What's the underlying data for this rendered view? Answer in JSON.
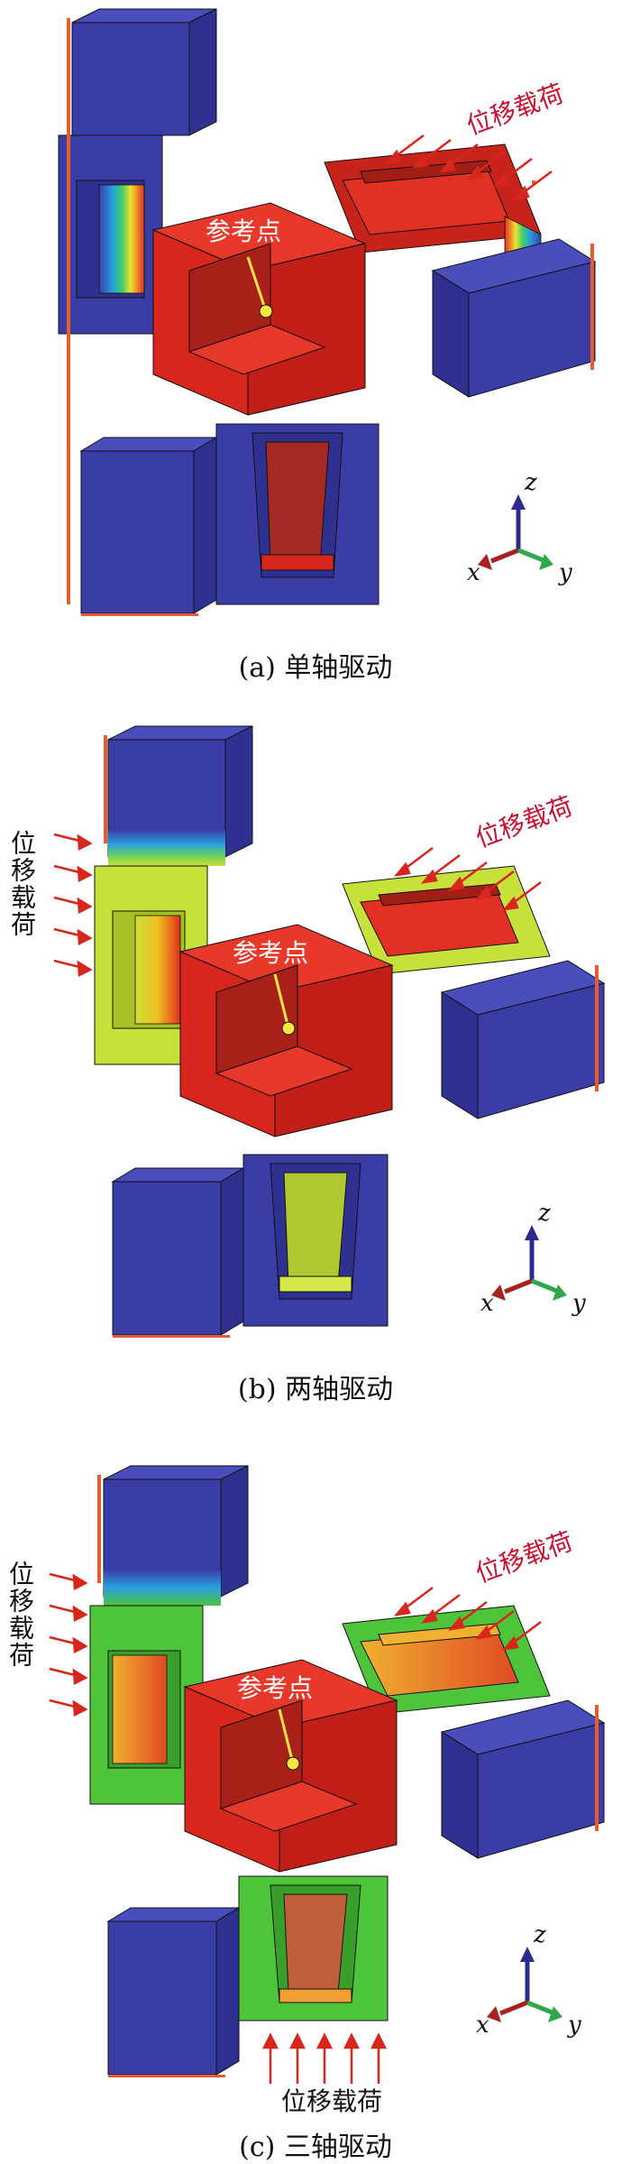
{
  "panels": [
    {
      "caption_label": "(a)",
      "caption_text": "单轴驱动",
      "reference_point_label": "参考点",
      "load_labels": [
        "位移载荷"
      ],
      "axes": {
        "x": "x",
        "y": "y",
        "z": "z"
      },
      "colors": {
        "outer_blocks": "#3b3ea8",
        "drive_frame": "#3b3ea8",
        "center_cube": "#d9261c",
        "slider": "#d9261c"
      }
    },
    {
      "caption_label": "(b)",
      "caption_text": "两轴驱动",
      "reference_point_label": "参考点",
      "load_labels": [
        "位移载荷",
        "位移载荷"
      ],
      "axes": {
        "x": "x",
        "y": "y",
        "z": "z"
      },
      "colors": {
        "outer_blocks": "#3b3ea8",
        "drive_frame": "#c8e03a",
        "center_cube": "#d9261c",
        "slider": "#d9261c"
      }
    },
    {
      "caption_label": "(c)",
      "caption_text": "三轴驱动",
      "reference_point_label": "参考点",
      "load_labels": [
        "位移载荷",
        "位移载荷",
        "位移载荷"
      ],
      "axes": {
        "x": "x",
        "y": "y",
        "z": "z"
      },
      "colors": {
        "outer_blocks": "#3b3ea8",
        "drive_frame": "#4dc43a",
        "center_cube": "#d9261c",
        "slider": "#e07a28"
      }
    }
  ]
}
